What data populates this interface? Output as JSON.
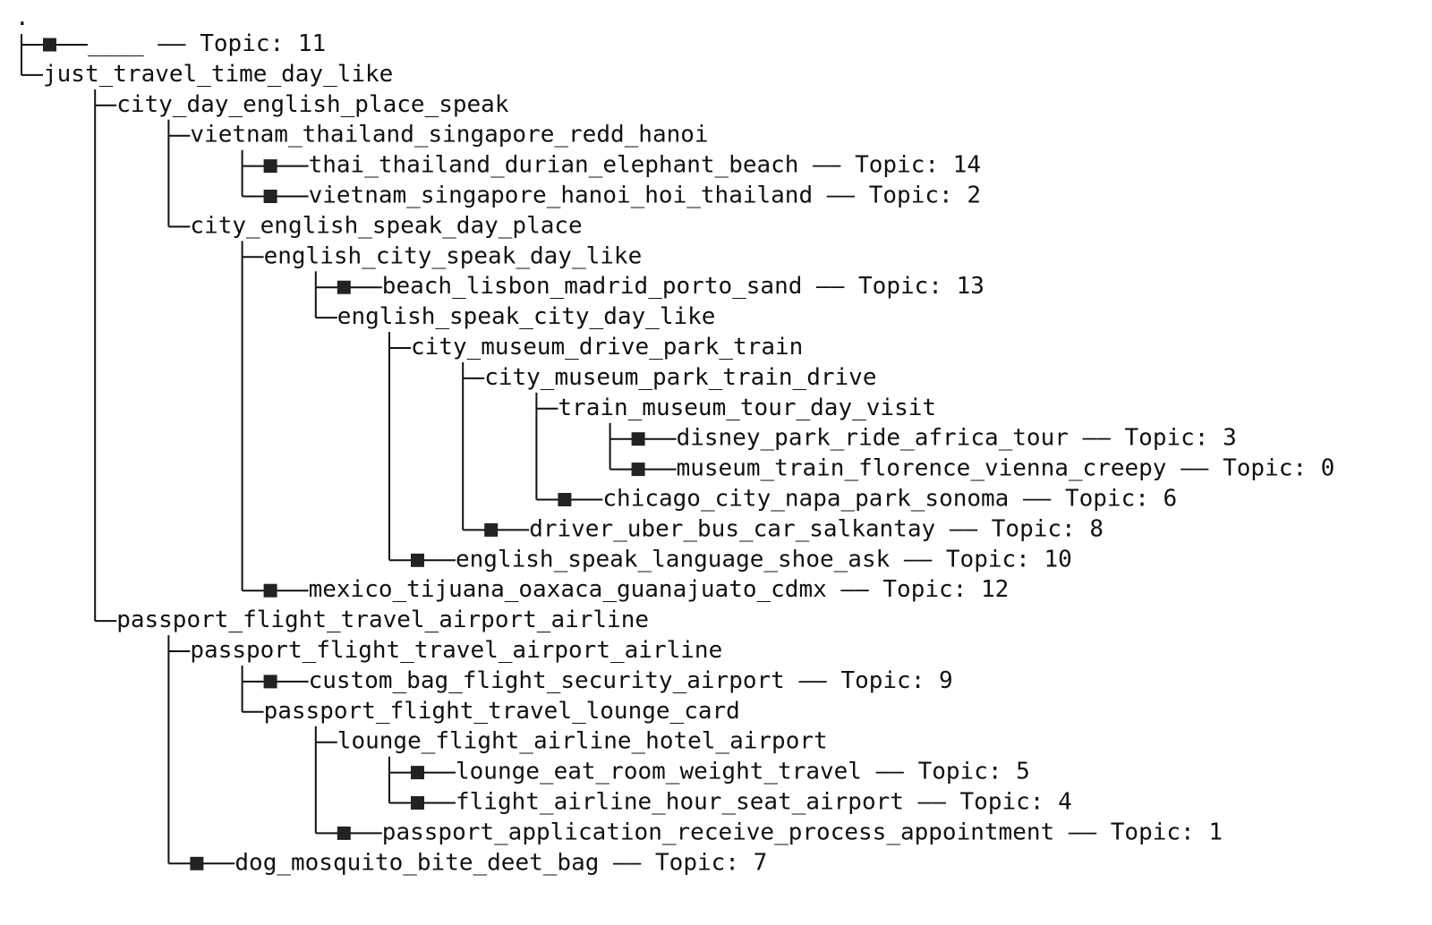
{
  "diagram": {
    "root_glyph": ".",
    "topic_separator": "——",
    "topic_prefix": "Topic:",
    "colors": {
      "ink": "#111111",
      "leaf_marker": "#222222",
      "background": "#ffffff"
    },
    "nodes": [
      {
        "id": "n0",
        "depth": 0,
        "label": "____",
        "topic": "11",
        "last": false
      },
      {
        "id": "n1",
        "depth": 0,
        "label": "just_travel_time_day_like",
        "last": true
      },
      {
        "id": "n2",
        "depth": 1,
        "label": "city_day_english_place_speak",
        "last": false
      },
      {
        "id": "n3",
        "depth": 2,
        "label": "vietnam_thailand_singapore_redd_hanoi",
        "last": false
      },
      {
        "id": "n4",
        "depth": 3,
        "label": "thai_thailand_durian_elephant_beach",
        "topic": "14",
        "last": false
      },
      {
        "id": "n5",
        "depth": 3,
        "label": "vietnam_singapore_hanoi_hoi_thailand",
        "topic": "2",
        "last": true
      },
      {
        "id": "n6",
        "depth": 2,
        "label": "city_english_speak_day_place",
        "last": true
      },
      {
        "id": "n7",
        "depth": 3,
        "label": "english_city_speak_day_like",
        "last": false
      },
      {
        "id": "n8",
        "depth": 4,
        "label": "beach_lisbon_madrid_porto_sand",
        "topic": "13",
        "last": false
      },
      {
        "id": "n9",
        "depth": 4,
        "label": "english_speak_city_day_like",
        "last": true
      },
      {
        "id": "n10",
        "depth": 5,
        "label": "city_museum_drive_park_train",
        "last": false
      },
      {
        "id": "n11",
        "depth": 6,
        "label": "city_museum_park_train_drive",
        "last": false
      },
      {
        "id": "n12",
        "depth": 7,
        "label": "train_museum_tour_day_visit",
        "last": false
      },
      {
        "id": "n13",
        "depth": 8,
        "label": "disney_park_ride_africa_tour",
        "topic": "3",
        "last": false
      },
      {
        "id": "n14",
        "depth": 8,
        "label": "museum_train_florence_vienna_creepy",
        "topic": "0",
        "last": true
      },
      {
        "id": "n15",
        "depth": 7,
        "label": "chicago_city_napa_park_sonoma",
        "topic": "6",
        "last": true
      },
      {
        "id": "n16",
        "depth": 6,
        "label": "driver_uber_bus_car_salkantay",
        "topic": "8",
        "last": true
      },
      {
        "id": "n17",
        "depth": 5,
        "label": "english_speak_language_shoe_ask",
        "topic": "10",
        "last": true
      },
      {
        "id": "n18",
        "depth": 3,
        "label": "mexico_tijuana_oaxaca_guanajuato_cdmx",
        "topic": "12",
        "last": true
      },
      {
        "id": "n19",
        "depth": 1,
        "label": "passport_flight_travel_airport_airline",
        "last": true
      },
      {
        "id": "n20",
        "depth": 2,
        "label": "passport_flight_travel_airport_airline",
        "last": false
      },
      {
        "id": "n21",
        "depth": 3,
        "label": "custom_bag_flight_security_airport",
        "topic": "9",
        "last": false
      },
      {
        "id": "n22",
        "depth": 3,
        "label": "passport_flight_travel_lounge_card",
        "last": true
      },
      {
        "id": "n23",
        "depth": 4,
        "label": "lounge_flight_airline_hotel_airport",
        "last": false
      },
      {
        "id": "n24",
        "depth": 5,
        "label": "lounge_eat_room_weight_travel",
        "topic": "5",
        "last": false
      },
      {
        "id": "n25",
        "depth": 5,
        "label": "flight_airline_hour_seat_airport",
        "topic": "4",
        "last": true
      },
      {
        "id": "n26",
        "depth": 4,
        "label": "passport_application_receive_process_appointment",
        "topic": "1",
        "last": true
      },
      {
        "id": "n27",
        "depth": 2,
        "label": "dog_mosquito_bite_deet_bag",
        "topic": "7",
        "last": true
      }
    ]
  }
}
